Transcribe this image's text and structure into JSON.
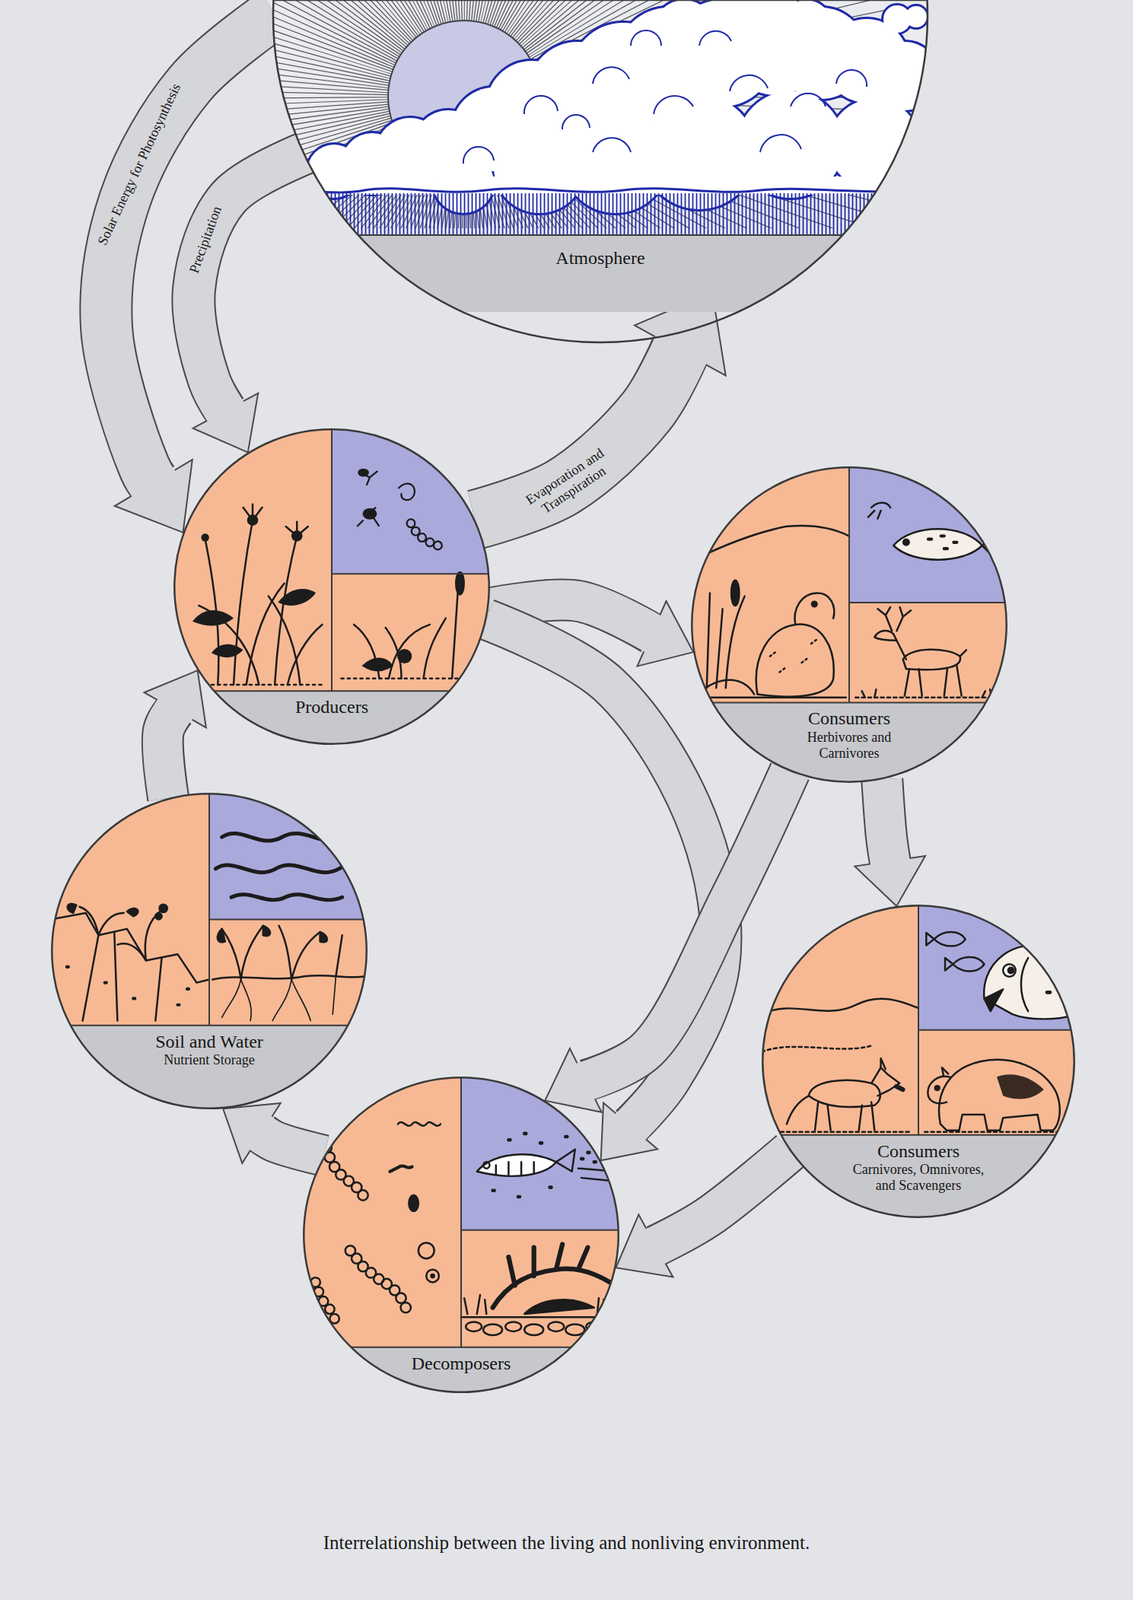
{
  "diagram": {
    "caption": "Interrelationship between the living and nonliving environment.",
    "nodes": [
      {
        "text": [
          "Atmosphere"
        ]
      },
      {
        "text": [
          "Producers"
        ]
      },
      {
        "text": [
          "Consumers",
          "Herbivores and Carnivores"
        ]
      },
      {
        "text": [
          "Soil and Water",
          "Nutrient Storage"
        ]
      },
      {
        "text": [
          "Consumers",
          "Carnivores, Omnivores, and Scavengers"
        ]
      },
      {
        "text": [
          "Decomposers"
        ]
      }
    ],
    "edges": [
      {
        "from": 0,
        "to": 1,
        "label": "Solar Energy for Photosynthesis",
        "arrow": "to"
      },
      {
        "from": 0,
        "to": 1,
        "label": "Precipitation",
        "arrow": "to"
      },
      {
        "from": 1,
        "to": 0,
        "label": "Evaporation and Transpiration",
        "arrow": "to"
      },
      {
        "from": 1,
        "to": 2,
        "arrow": "to"
      },
      {
        "from": 1,
        "to": 5,
        "arrow": "to"
      },
      {
        "from": 2,
        "to": 4,
        "arrow": "to"
      },
      {
        "from": 2,
        "to": 5,
        "arrow": "to"
      },
      {
        "from": 4,
        "to": 5,
        "arrow": "to"
      },
      {
        "from": 5,
        "to": 3,
        "arrow": "to"
      },
      {
        "from": 3,
        "to": 1,
        "arrow": "to"
      }
    ]
  }
}
